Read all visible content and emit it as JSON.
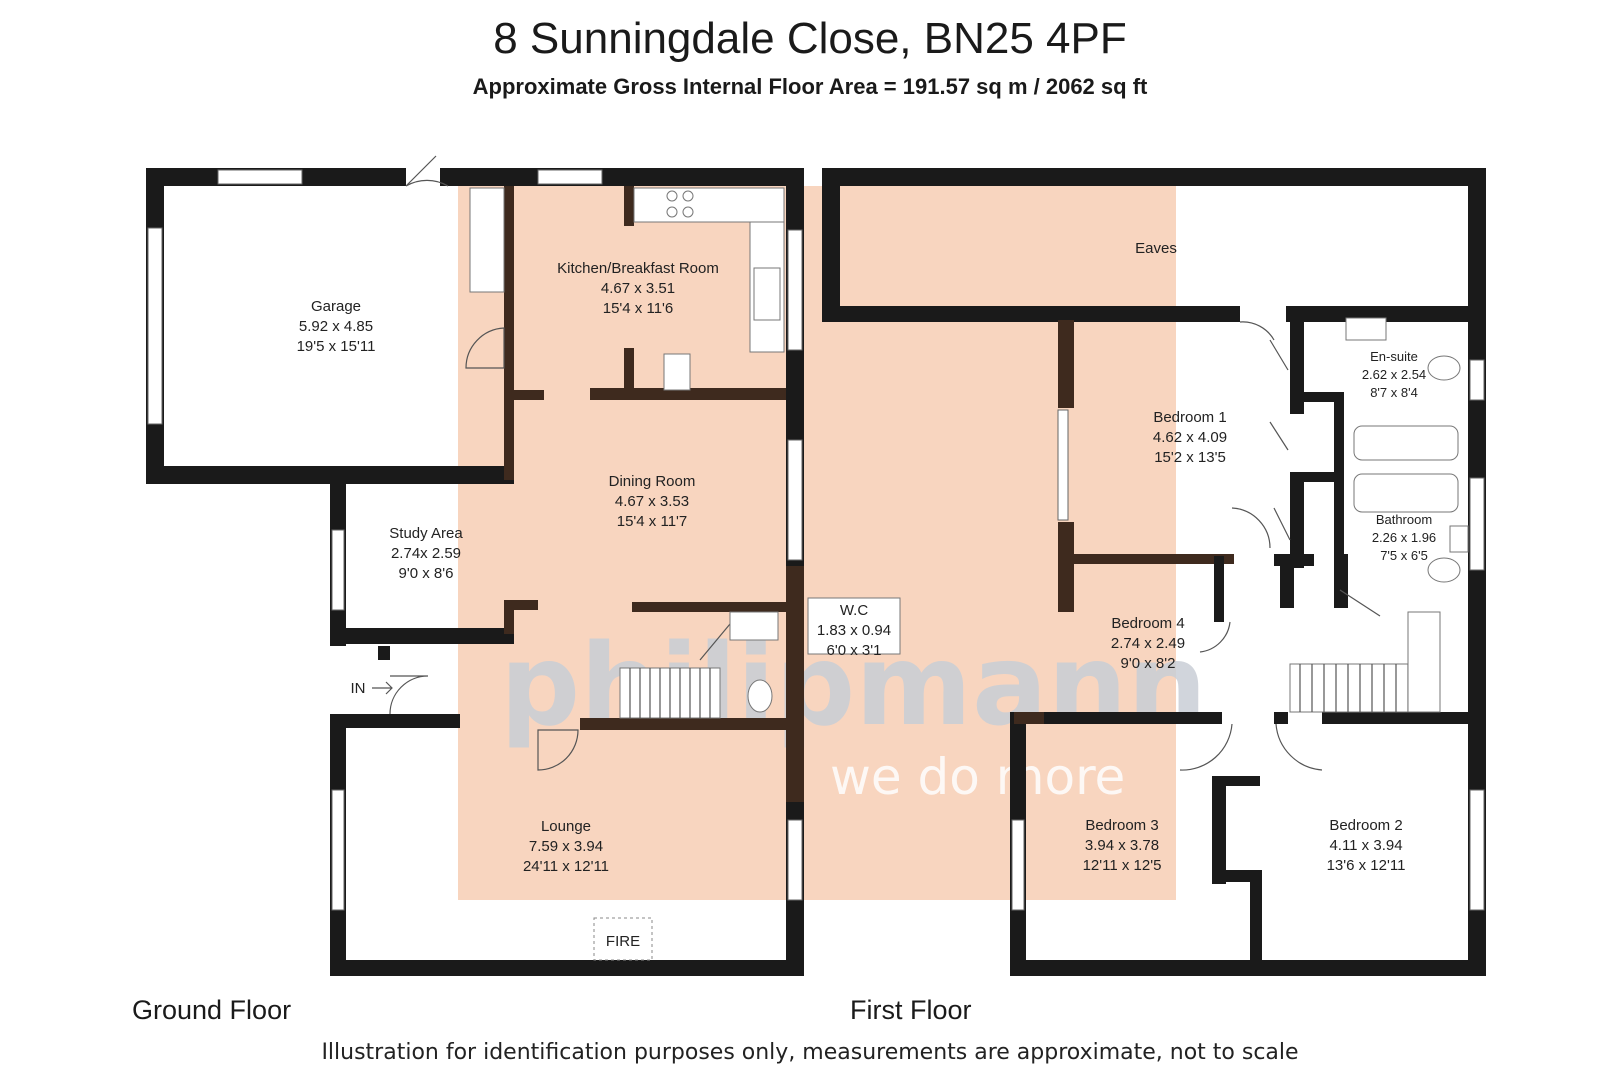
{
  "title": "8 Sunningdale Close, BN25 4PF",
  "subtitle": "Approximate Gross Internal Floor Area = 191.57 sq m / 2062 sq ft",
  "floors": {
    "ground_label": "Ground Floor",
    "first_label": "First Floor"
  },
  "disclaimer": "Illustration for identification purposes only, measurements are approximate, not to scale",
  "rooms": {
    "garage": {
      "name": "Garage",
      "metric": "5.92 x 4.85",
      "imperial": "19'5 x 15'11"
    },
    "kitchen": {
      "name": "Kitchen/Breakfast Room",
      "metric": "4.67 x 3.51",
      "imperial": "15'4 x 11'6"
    },
    "dining": {
      "name": "Dining Room",
      "metric": "4.67 x 3.53",
      "imperial": "15'4 x 11'7"
    },
    "study": {
      "name": "Study Area",
      "metric": "2.74x 2.59",
      "imperial": "9'0 x 8'6"
    },
    "wc": {
      "name": "W.C",
      "metric": "1.83 x 0.94",
      "imperial": "6'0 x 3'1"
    },
    "lounge": {
      "name": "Lounge",
      "metric": "7.59 x 3.94",
      "imperial": "24'11 x 12'11"
    },
    "eaves": {
      "name": "Eaves"
    },
    "bedroom1": {
      "name": "Bedroom 1",
      "metric": "4.62 x 4.09",
      "imperial": "15'2 x 13'5"
    },
    "ensuite": {
      "name": "En-suite",
      "metric": "2.62 x 2.54",
      "imperial": "8'7 x 8'4"
    },
    "bathroom": {
      "name": "Bathroom",
      "metric": "2.26 x 1.96",
      "imperial": "7'5 x 6'5"
    },
    "bedroom4": {
      "name": "Bedroom 4",
      "metric": "2.74 x 2.49",
      "imperial": "9'0 x 8'2"
    },
    "bedroom3": {
      "name": "Bedroom 3",
      "metric": "3.94 x 3.78",
      "imperial": "12'11 x 12'5"
    },
    "bedroom2": {
      "name": "Bedroom 2",
      "metric": "4.11 x 3.94",
      "imperial": "13'6 x 12'11"
    }
  },
  "annotations": {
    "entrance": "IN",
    "fireplace": "FIRE"
  },
  "watermark": {
    "brand": "philipmann",
    "tagline": "we do more"
  },
  "colors": {
    "highlight": "#f8d5bf",
    "wall": "#1a1a1a",
    "inner_wall": "#3e2a1e"
  }
}
